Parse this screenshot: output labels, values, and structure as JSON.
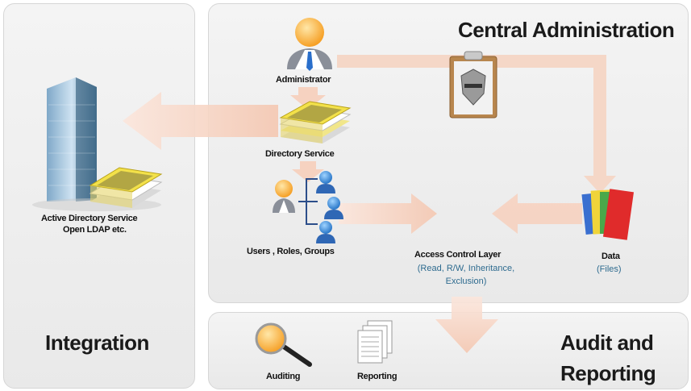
{
  "panels": {
    "integration_title": "Integration",
    "central_title": "Central Administration",
    "audit_title_line1": "Audit and",
    "audit_title_line2": "Reporting"
  },
  "nodes": {
    "administrator": "Administrator",
    "directory_service": "Directory Service",
    "users_roles_groups": "Users , Roles, Groups",
    "access_control_layer": "Access Control Layer",
    "access_control_detail_1": "(Read, R/W, Inheritance,",
    "access_control_detail_2": "Exclusion)",
    "data": "Data",
    "data_detail": "(Files)",
    "active_directory_1": "Active Directory Service",
    "active_directory_2": "Open LDAP etc.",
    "auditing": "Auditing",
    "reporting": "Reporting"
  },
  "colors": {
    "arrow": "#f6d2c0",
    "panel": "#ececec",
    "accent_text": "#2e6b8f"
  },
  "icons": [
    "person-icon",
    "book-stack-icon",
    "building-icon",
    "clipboard-badge-icon",
    "user-group-icon",
    "folders-icon",
    "magnifier-icon",
    "report-pages-icon"
  ]
}
